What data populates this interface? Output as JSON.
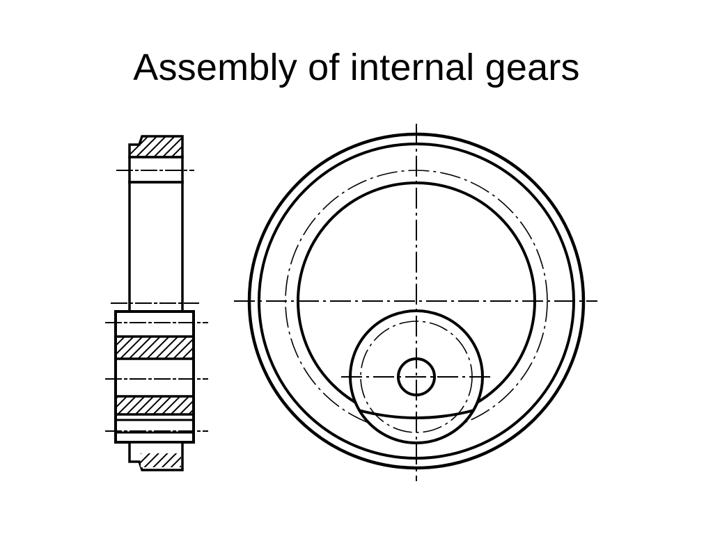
{
  "slide": {
    "title": "Assembly of internal gears"
  },
  "drawing": {
    "line_color": "#000000",
    "background_color": "#ffffff",
    "views": [
      "side-section-view",
      "front-view"
    ]
  }
}
